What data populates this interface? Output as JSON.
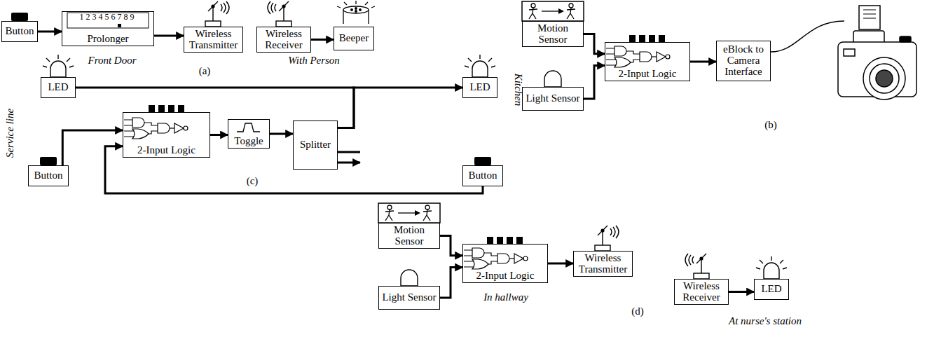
{
  "diagram": {
    "nodes": [
      {
        "text": [
          "Button"
        ]
      },
      {
        "text": [
          "123456789",
          "Prolonger"
        ]
      },
      {
        "text": [
          "Wireless Transmitter"
        ]
      },
      {
        "text": [
          "Wireless Receiver"
        ]
      },
      {
        "text": [
          "Beeper"
        ]
      },
      {
        "text": [
          "Motion Sensor"
        ]
      },
      {
        "text": [
          "Light Sensor"
        ]
      },
      {
        "text": [
          "2-Input Logic"
        ]
      },
      {
        "text": [
          "eBlock to Camera Interface"
        ]
      },
      {
        "text": [
          "LED"
        ]
      },
      {
        "text": [
          "Button"
        ]
      },
      {
        "text": [
          "2-Input Logic"
        ]
      },
      {
        "text": [
          "Toggle"
        ]
      },
      {
        "text": [
          "Splitter"
        ]
      },
      {
        "text": [
          "LED"
        ]
      },
      {
        "text": [
          "Button"
        ]
      },
      {
        "text": [
          "Motion Sensor"
        ]
      },
      {
        "text": [
          "Light Sensor"
        ]
      },
      {
        "text": [
          "2-Input Logic"
        ]
      },
      {
        "text": [
          "Wireless Transmitter"
        ]
      },
      {
        "text": [
          "Wireless Receiver"
        ]
      },
      {
        "text": [
          "LED"
        ]
      }
    ],
    "edges": [
      {
        "from": 0,
        "to": 1,
        "arrow": "to"
      },
      {
        "from": 1,
        "to": 2,
        "arrow": "to"
      },
      {
        "from": 3,
        "to": 4,
        "arrow": "to"
      },
      {
        "from": 5,
        "to": 7,
        "arrow": "to"
      },
      {
        "from": 6,
        "to": 7,
        "arrow": "to"
      },
      {
        "from": 7,
        "to": 8,
        "arrow": "to"
      },
      {
        "from": 13,
        "to": 14,
        "arrow": "to"
      },
      {
        "from": 13,
        "to": 9,
        "arrow": "none"
      },
      {
        "from": 10,
        "to": 11,
        "arrow": "to"
      },
      {
        "from": 15,
        "to": 11,
        "arrow": "to"
      },
      {
        "from": 11,
        "to": 12,
        "arrow": "to"
      },
      {
        "from": 12,
        "to": 13,
        "arrow": "to"
      },
      {
        "from": 16,
        "to": 18,
        "arrow": "to"
      },
      {
        "from": 17,
        "to": 18,
        "arrow": "to"
      },
      {
        "from": 18,
        "to": 19,
        "arrow": "to"
      },
      {
        "from": 20,
        "to": 21,
        "arrow": "to"
      }
    ],
    "labels": [
      "Front Door",
      "With Person",
      "(a)",
      "(b)",
      "Service line",
      "Kitchen",
      "(c)",
      "In hallway",
      "(d)",
      "At nurse's station"
    ]
  }
}
